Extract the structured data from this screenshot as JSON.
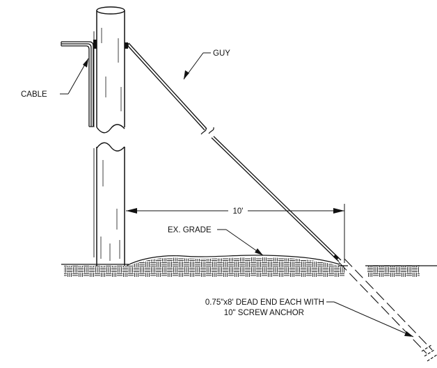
{
  "labels": {
    "guy": "GUY",
    "cable": "CABLE",
    "dimension": "10'",
    "grade": "EX. GRADE",
    "anchor_line1": "0.75\"x8' DEAD END EACH WITH",
    "anchor_line2": "10\" SCREW ANCHOR"
  },
  "colors": {
    "ink": "#111111",
    "background": "#ffffff"
  }
}
